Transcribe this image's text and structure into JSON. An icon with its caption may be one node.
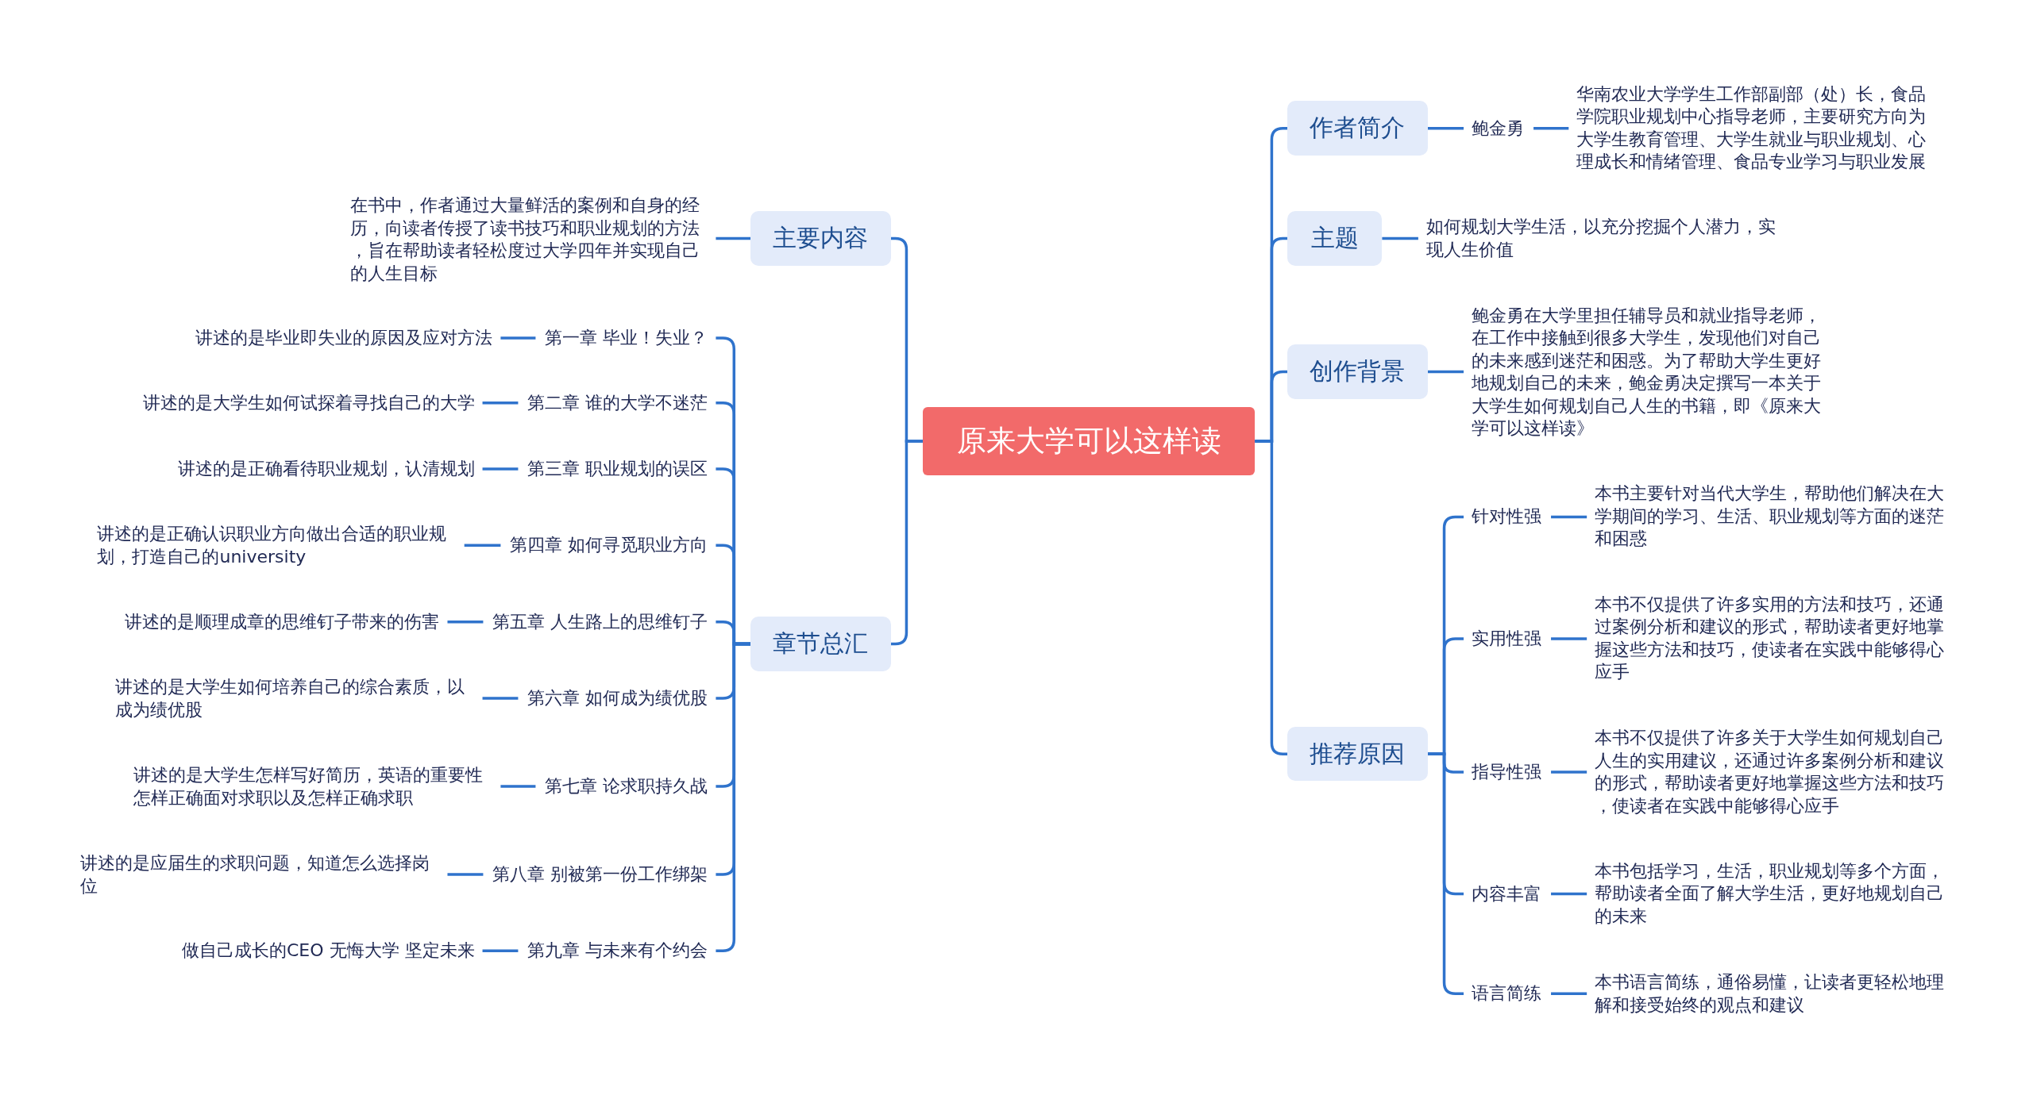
{
  "diagram": {
    "nodes": [
      {
        "text": [
          "原来大学可以这样读"
        ]
      },
      {
        "text": [
          "主要内容"
        ]
      },
      {
        "text": [
          "在书中，作者通过大量鲜活的案例和自身的经历，向读者传授了读书技巧和职业规划的方法，旨在帮助读者轻松度过大学四年并实现自己的人生目标"
        ]
      },
      {
        "text": [
          "章节总汇"
        ]
      },
      {
        "text": [
          "第一章 毕业！失业？"
        ]
      },
      {
        "text": [
          "讲述的是毕业即失业的原因及应对方法"
        ]
      },
      {
        "text": [
          "第二章 谁的大学不迷茫"
        ]
      },
      {
        "text": [
          "讲述的是大学生如何试探着寻找自己的大学"
        ]
      },
      {
        "text": [
          "第三章 职业规划的误区"
        ]
      },
      {
        "text": [
          "讲述的是正确看待职业规划，认清规划"
        ]
      },
      {
        "text": [
          "第四章 如何寻觅职业方向"
        ]
      },
      {
        "text": [
          "讲述的是正确认识职业方向做出合适的职业规划，打造自己的university"
        ]
      },
      {
        "text": [
          "第五章 人生路上的思维钉子"
        ]
      },
      {
        "text": [
          "讲述的是顺理成章的思维钉子带来的伤害"
        ]
      },
      {
        "text": [
          "第六章 如何成为绩优股"
        ]
      },
      {
        "text": [
          "讲述的是大学生如何培养自己的综合素质，以成为绩优股"
        ]
      },
      {
        "text": [
          "第七章 论求职持久战"
        ]
      },
      {
        "text": [
          "讲述的是大学生怎样写好简历，英语的重要性怎样正确面对求职以及怎样正确求职"
        ]
      },
      {
        "text": [
          "第八章 别被第一份工作绑架"
        ]
      },
      {
        "text": [
          "讲述的是应届生的求职问题，知道怎么选择岗位"
        ]
      },
      {
        "text": [
          "第九章 与未来有个约会"
        ]
      },
      {
        "text": [
          "做自己成长的CEO 无悔大学 坚定未来"
        ]
      },
      {
        "text": [
          "作者简介"
        ]
      },
      {
        "text": [
          "鲍金勇"
        ]
      },
      {
        "text": [
          "华南农业大学学生工作部副部（处）长，食品学院职业规划中心指导老师，主要研究方向为大学生教育管理、大学生就业与职业规划、心理成长和情绪管理、食品专业学习与职业发展"
        ]
      },
      {
        "text": [
          "主题"
        ]
      },
      {
        "text": [
          "如何规划大学生活，以充分挖掘个人潜力，实现人生价值"
        ]
      },
      {
        "text": [
          "创作背景"
        ]
      },
      {
        "text": [
          "鲍金勇在大学里担任辅导员和就业指导老师，在工作中接触到很多大学生，发现他们对自己的未来感到迷茫和困惑。为了帮助大学生更好地规划自己的未来，鲍金勇决定撰写一本关于大学生如何规划自己人生的书籍，即《原来大学可以这样读》"
        ]
      },
      {
        "text": [
          "推荐原因"
        ]
      },
      {
        "text": [
          "针对性强"
        ]
      },
      {
        "text": [
          "本书主要针对当代大学生，帮助他们解决在大学期间的学习、生活、职业规划等方面的迷茫和困惑"
        ]
      },
      {
        "text": [
          "实用性强"
        ]
      },
      {
        "text": [
          "本书不仅提供了许多实用的方法和技巧，还通过案例分析和建议的形式，帮助读者更好地掌握这些方法和技巧，使读者在实践中能够得心应手"
        ]
      },
      {
        "text": [
          "指导性强"
        ]
      },
      {
        "text": [
          "本书不仅提供了许多关于大学生如何规划自己人生的实用建议，还通过许多案例分析和建议的形式，帮助读者更好地掌握这些方法和技巧，使读者在实践中能够得心应手"
        ]
      },
      {
        "text": [
          "内容丰富"
        ]
      },
      {
        "text": [
          "本书包括学习，生活，职业规划等多个方面，帮助读者全面了解大学生活，更好地规划自己的未来"
        ]
      },
      {
        "text": [
          "语言简练"
        ]
      },
      {
        "text": [
          "本书语言简练，通俗易懂，让读者更轻松地理解和接受始终的观点和建议"
        ]
      }
    ],
    "edges": [
      {
        "from": 0,
        "to": 1,
        "arrow": "none"
      },
      {
        "from": 1,
        "to": 2,
        "arrow": "none"
      },
      {
        "from": 0,
        "to": 3,
        "arrow": "none"
      },
      {
        "from": 3,
        "to": 4,
        "arrow": "none"
      },
      {
        "from": 4,
        "to": 5,
        "arrow": "none"
      },
      {
        "from": 3,
        "to": 6,
        "arrow": "none"
      },
      {
        "from": 6,
        "to": 7,
        "arrow": "none"
      },
      {
        "from": 3,
        "to": 8,
        "arrow": "none"
      },
      {
        "from": 8,
        "to": 9,
        "arrow": "none"
      },
      {
        "from": 3,
        "to": 10,
        "arrow": "none"
      },
      {
        "from": 10,
        "to": 11,
        "arrow": "none"
      },
      {
        "from": 3,
        "to": 12,
        "arrow": "none"
      },
      {
        "from": 12,
        "to": 13,
        "arrow": "none"
      },
      {
        "from": 3,
        "to": 14,
        "arrow": "none"
      },
      {
        "from": 14,
        "to": 15,
        "arrow": "none"
      },
      {
        "from": 3,
        "to": 16,
        "arrow": "none"
      },
      {
        "from": 16,
        "to": 17,
        "arrow": "none"
      },
      {
        "from": 3,
        "to": 18,
        "arrow": "none"
      },
      {
        "from": 18,
        "to": 19,
        "arrow": "none"
      },
      {
        "from": 3,
        "to": 20,
        "arrow": "none"
      },
      {
        "from": 20,
        "to": 21,
        "arrow": "none"
      },
      {
        "from": 0,
        "to": 22,
        "arrow": "none"
      },
      {
        "from": 22,
        "to": 23,
        "arrow": "none"
      },
      {
        "from": 23,
        "to": 24,
        "arrow": "none"
      },
      {
        "from": 0,
        "to": 25,
        "arrow": "none"
      },
      {
        "from": 25,
        "to": 26,
        "arrow": "none"
      },
      {
        "from": 0,
        "to": 27,
        "arrow": "none"
      },
      {
        "from": 27,
        "to": 28,
        "arrow": "none"
      },
      {
        "from": 0,
        "to": 29,
        "arrow": "none"
      },
      {
        "from": 29,
        "to": 30,
        "arrow": "none"
      },
      {
        "from": 30,
        "to": 31,
        "arrow": "none"
      },
      {
        "from": 29,
        "to": 32,
        "arrow": "none"
      },
      {
        "from": 32,
        "to": 33,
        "arrow": "none"
      },
      {
        "from": 29,
        "to": 34,
        "arrow": "none"
      },
      {
        "from": 34,
        "to": 35,
        "arrow": "none"
      },
      {
        "from": 29,
        "to": 36,
        "arrow": "none"
      },
      {
        "from": 36,
        "to": 37,
        "arrow": "none"
      },
      {
        "from": 29,
        "to": 38,
        "arrow": "none"
      },
      {
        "from": 38,
        "to": 39,
        "arrow": "none"
      }
    ]
  }
}
